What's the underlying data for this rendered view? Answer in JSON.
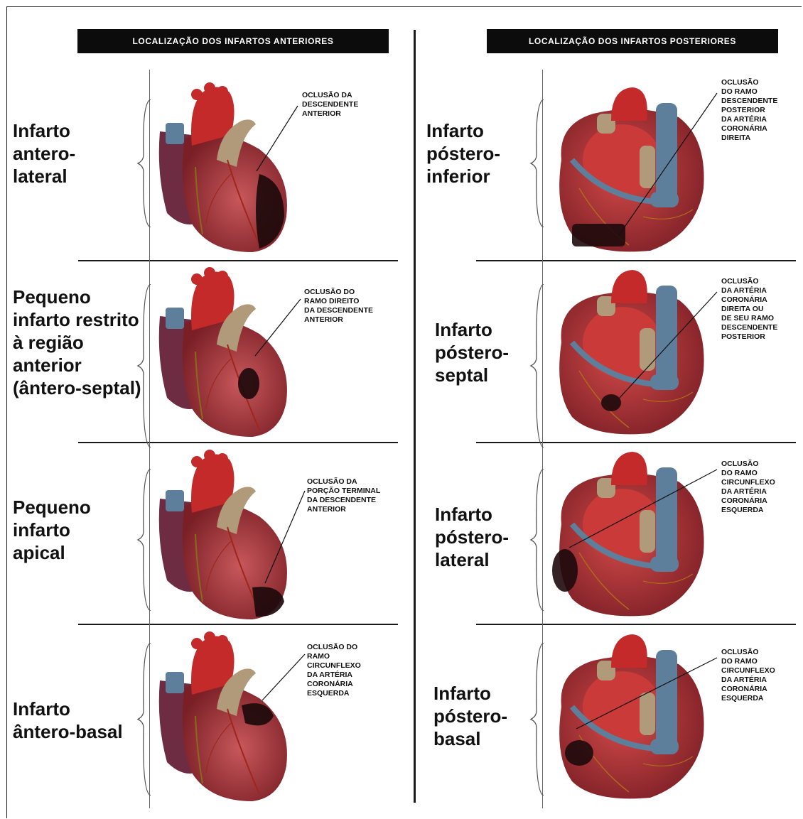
{
  "banners": {
    "anterior": "LOCALIZAÇÃO DOS INFARTOS ANTERIORES",
    "posterior": "LOCALIZAÇÃO DOS INFARTOS POSTERIORES"
  },
  "anterior_panels": [
    {
      "title": "Infarto\nantero-\nlateral",
      "note": "OCLUSÃO DA\nDESCENDENTE\nANTERIOR"
    },
    {
      "title": "Pequeno\ninfarto restrito\nà região\nanterior\n(ântero-septal)",
      "note": "OCLUSÃO DO\nRAMO DIREITO\nDA DESCENDENTE\nANTERIOR"
    },
    {
      "title": "Pequeno\ninfarto\napical",
      "note": "OCLUSÃO DA\nPORÇÃO TERMINAL\nDA DESCENDENTE\nANTERIOR"
    },
    {
      "title": "Infarto\nântero-basal",
      "note": "OCLUSÃO DO\nRAMO\nCIRCUNFLEXO\nDA ARTÉRIA\nCORONÁRIA\nESQUERDA"
    }
  ],
  "posterior_panels": [
    {
      "title": "Infarto\npóstero-\ninferior",
      "note": "OCLUSÃO\nDO RAMO\nDESCENDENTE\nPOSTERIOR\nDA ARTÉRIA\nCORONÁRIA\nDIREITA"
    },
    {
      "title": "Infarto\npóstero-\nseptal",
      "note": "OCLUSÃO\nDA ARTÉRIA\nCORONÁRIA\nDIREITA OU\nDE SEU RAMO\nDESCENDENTE\nPOSTERIOR"
    },
    {
      "title": "Infarto\npóstero-\nlateral",
      "note": "OCLUSÃO\nDO RAMO\nCIRCUNFLEXO\nDA ARTÉRIA\nCORONÁRIA\nESQUERDA"
    },
    {
      "title": "Infarto\npóstero-\nbasal",
      "note": "OCLUSÃO\nDO RAMO\nCIRCUNFLEXO\nDA ARTÉRIA\nCORONÁRIA\nESQUERDA"
    }
  ],
  "colors": {
    "banner": "#0c0c0c",
    "myocardium": "#b03a3e",
    "myocardium_dark": "#7a1f26",
    "aorta": "#c42a2a",
    "vena_cava": "#5e7f9c",
    "pulmonary": "#b09a7a",
    "infarct": "#1e0a0c",
    "left_ventricle_side": "#6e2c43"
  }
}
